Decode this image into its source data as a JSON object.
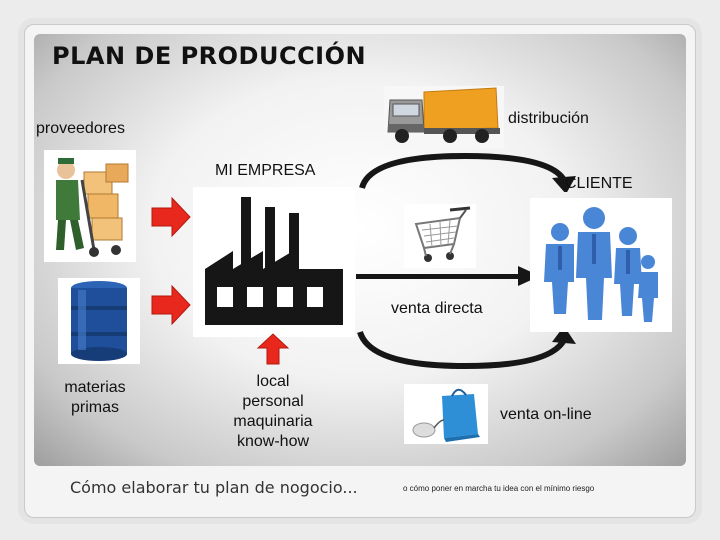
{
  "title": "PLAN DE PRODUCCIÓN",
  "labels": {
    "proveedores": "proveedores",
    "distribucion": "distribución",
    "mi_empresa": "MI EMPRESA",
    "cliente": "CLIENTE",
    "venta_directa": "venta directa",
    "venta_online": "venta on-line",
    "materias_primas": [
      "materias",
      "primas"
    ],
    "recursos": [
      "local",
      "personal",
      "maquinaria",
      "know-how"
    ]
  },
  "footer": {
    "left": "Cómo elaborar tu plan de nogocio...",
    "right": "o cómo poner en marcha tu idea con el mínimo riesgo"
  },
  "colors": {
    "arrow_red": "#e8281c",
    "arrow_dark": "#161616",
    "barrel_blue": "#1f4f9a",
    "people_blue": "#4a86d6",
    "truck_orange": "#f0a020"
  },
  "icons": [
    "delivery-worker-icon",
    "barrel-icon",
    "factory-icon",
    "truck-icon",
    "shopping-cart-icon",
    "people-group-icon",
    "shopping-bag-mouse-icon"
  ]
}
